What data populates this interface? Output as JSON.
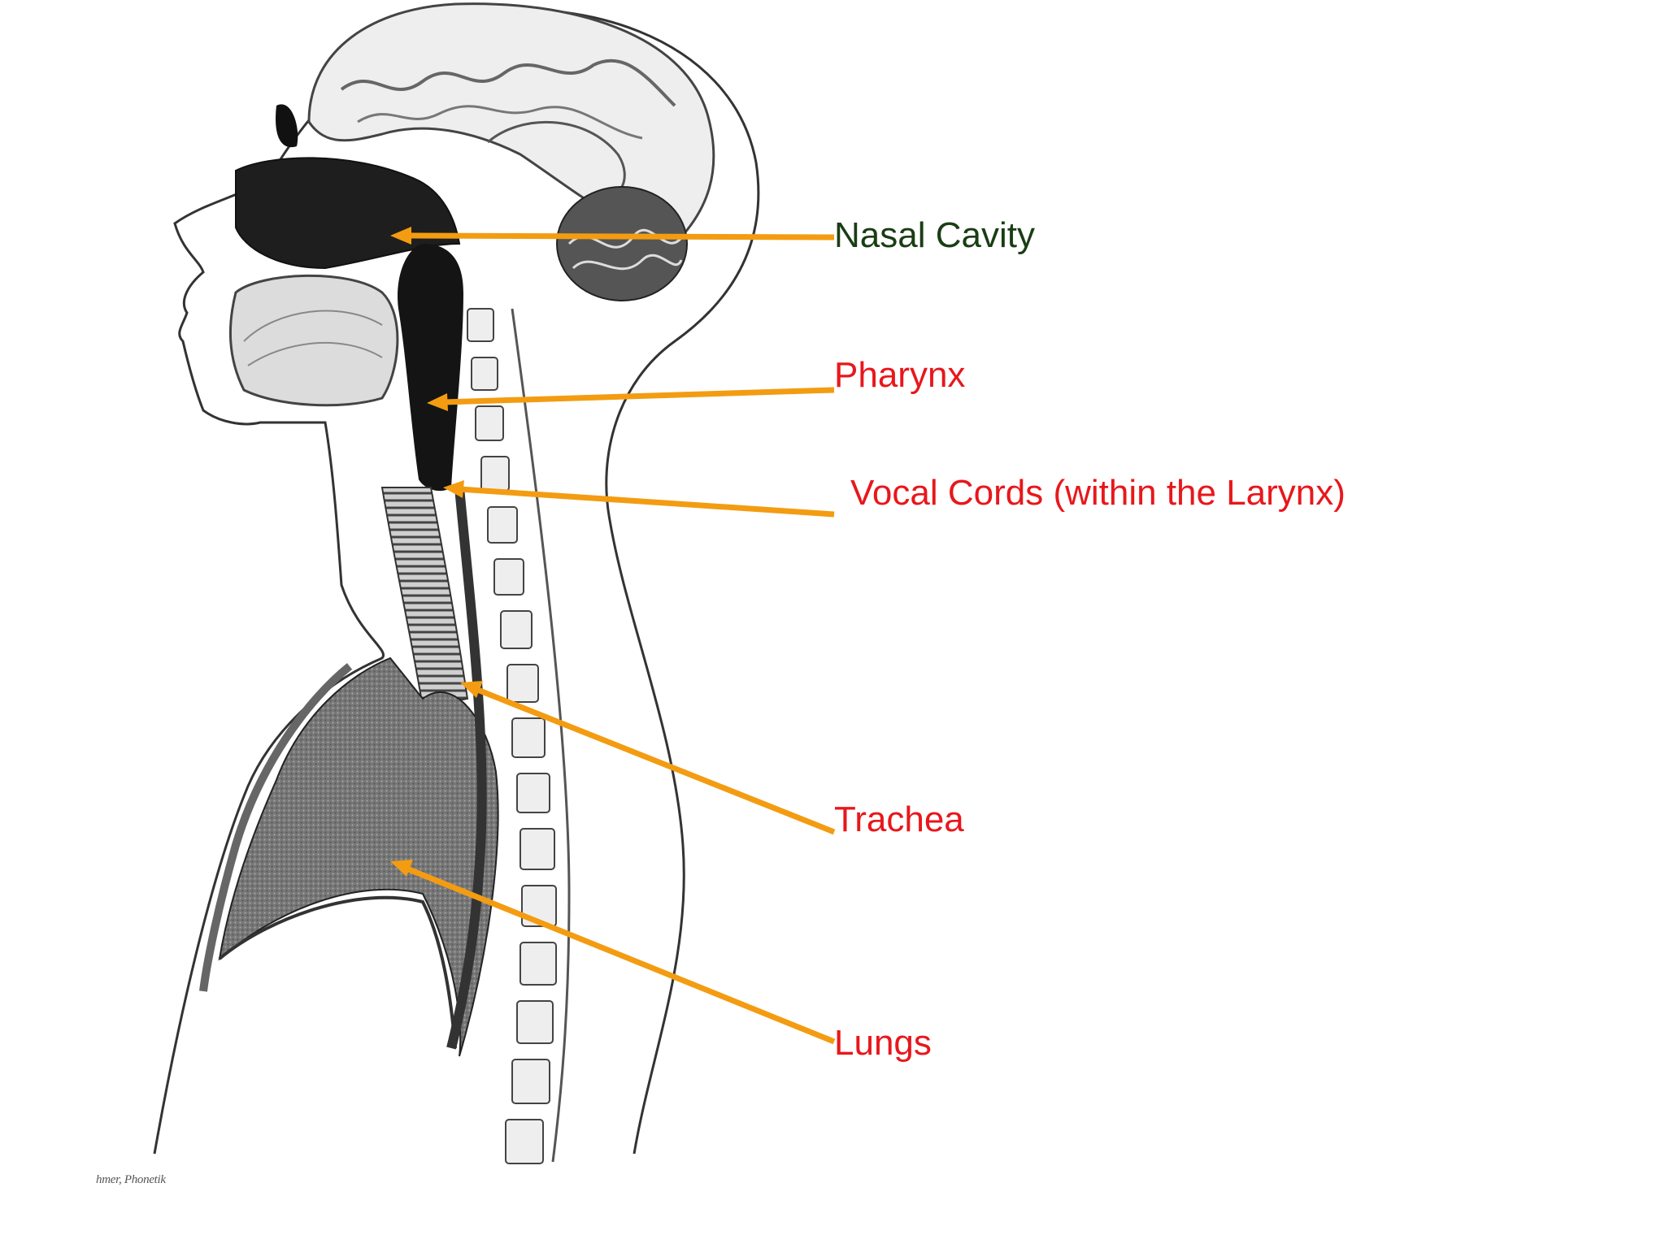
{
  "labels": {
    "nasal_cavity": "Nasal Cavity",
    "pharynx": "Pharynx",
    "vocal_cords": "Vocal Cords (within the Larynx)",
    "trachea": "Trachea",
    "lungs": "Lungs"
  },
  "credit": "hmer, Phonetik",
  "colors": {
    "arrow": "#f39c12",
    "label_green": "#1a3d14",
    "label_red": "#e8171b",
    "ink": "#222222"
  }
}
